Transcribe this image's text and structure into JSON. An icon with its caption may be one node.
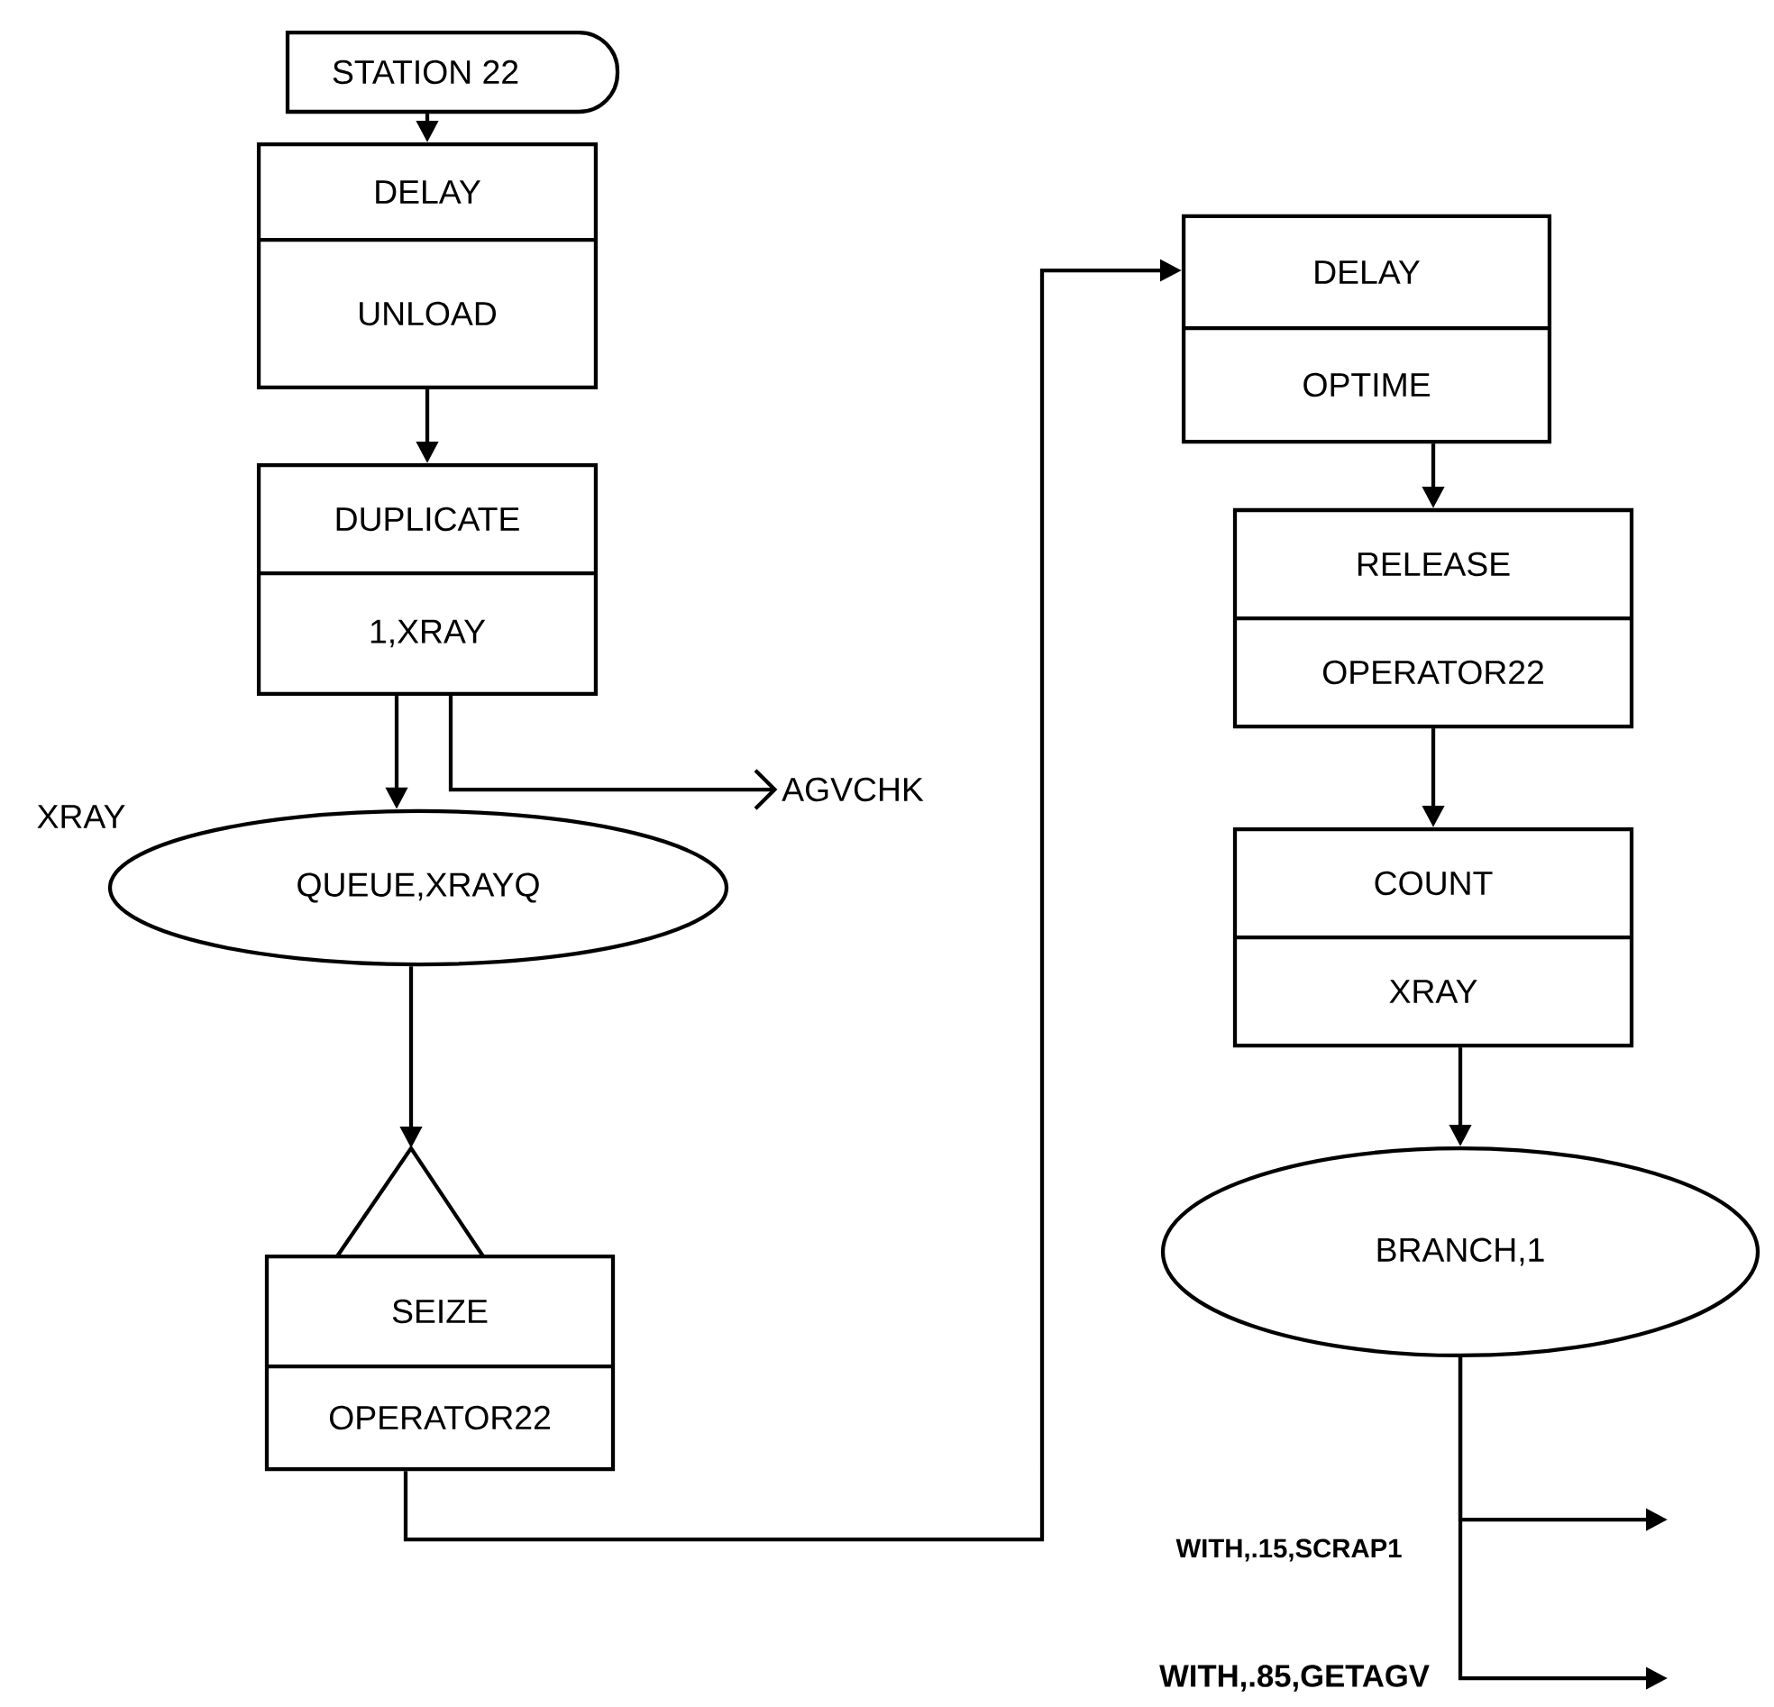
{
  "diagram": {
    "nodes": [
      {
        "text": [
          "STATION 22"
        ]
      },
      {
        "text": [
          "DELAY",
          "UNLOAD"
        ]
      },
      {
        "text": [
          "DUPLICATE",
          "1,XRAY"
        ]
      },
      {
        "text": [
          "AGVCHK"
        ]
      },
      {
        "text": [
          "QUEUE,XRAYQ"
        ],
        "beside": [
          "XRAY"
        ]
      },
      {
        "text": [
          "SEIZE",
          "OPERATOR22"
        ]
      },
      {
        "text": [
          "DELAY",
          "OPTIME"
        ]
      },
      {
        "text": [
          "RELEASE",
          "OPERATOR22"
        ]
      },
      {
        "text": [
          "COUNT",
          "XRAY"
        ]
      },
      {
        "text": [
          "BRANCH,1"
        ]
      }
    ],
    "edges": [
      {
        "from": 0,
        "to": 1,
        "arrow": "to"
      },
      {
        "from": 1,
        "to": 2,
        "arrow": "to"
      },
      {
        "from": 2,
        "to": 4,
        "arrow": "to"
      },
      {
        "from": 2,
        "to": 3,
        "arrow": "to"
      },
      {
        "from": 4,
        "to": 5,
        "arrow": "to"
      },
      {
        "from": 5,
        "to": 6,
        "arrow": "to"
      },
      {
        "from": 6,
        "to": 7,
        "arrow": "to"
      },
      {
        "from": 7,
        "to": 8,
        "arrow": "to"
      },
      {
        "from": 8,
        "to": 9,
        "arrow": "to"
      },
      {
        "from": 9,
        "to": null,
        "arrow": "to",
        "label": "WITH,.15,SCRAP1"
      },
      {
        "from": 9,
        "to": null,
        "arrow": "to",
        "label": "WITH,.85,GETAGV"
      }
    ]
  }
}
